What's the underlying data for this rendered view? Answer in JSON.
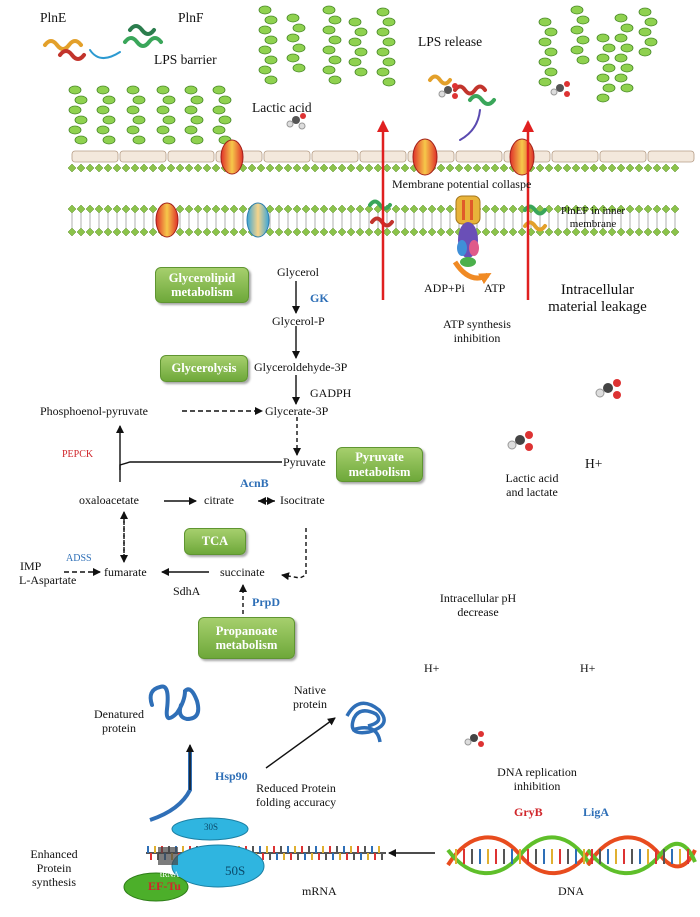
{
  "proteins": {
    "plne": "PlnE",
    "plnf": "PlnF"
  },
  "outer": {
    "lps_barrier": "LPS barrier",
    "lactic_acid": "Lactic acid",
    "lps_release": "LPS release",
    "membrane_collapse": "Membrane potential collaspe",
    "plnef_inner": "PlnEF in inner membrane",
    "adp_pi": "ADP+Pi",
    "atp": "ATP",
    "atp_inhibition": "ATP synthesis inhibition",
    "leakage": "Intracellular material leakage"
  },
  "pathways": {
    "glycerolipid": "Glycerolipid metabolism",
    "glycerolysis": "Glycerolysis",
    "pyruvate": "Pyruvate metabolism",
    "tca": "TCA",
    "propanoate": "Propanoate metabolism"
  },
  "metabolites": {
    "glycerol": "Glycerol",
    "glycerol_p": "Glycerol-P",
    "glyceraldehyde": "Glyceroldehyde-3P",
    "glycerate": "Glycerate-3P",
    "pep": "Phosphoenol-pyruvate",
    "pyruvate": "Pyruvate",
    "oxaloacetate": "oxaloacetate",
    "citrate": "citrate",
    "isocitrate": "Isocitrate",
    "fumarate": "fumarate",
    "succinate": "succinate",
    "imp": "IMP",
    "aspartate": "L-Aspartate"
  },
  "enzymes": {
    "gk": "GK",
    "gadph": "GADPH",
    "pepck": "PEPCK",
    "acnb": "AcnB",
    "adss": "ADSS",
    "sdha": "SdhA",
    "prpd": "PrpD",
    "hsp90": "Hsp90",
    "gryb": "GryB",
    "liga": "LigA",
    "eftu": "EF-Tu"
  },
  "cytoplasm": {
    "lactic_lactate": "Lactic acid and lactate",
    "h1": "H+",
    "h2": "H+",
    "h3": "H+",
    "ph_decrease": "Intracellular pH decrease",
    "denatured": "Denatured protein",
    "native": "Native protein",
    "reduced_folding": "Reduced Protein folding accuracy",
    "dna_inhibition": "DNA replication inhibition",
    "enhanced_synthesis": "Enhanced Protein synthesis",
    "mrna": "mRNA",
    "dna": "DNA",
    "ribo_30s": "30S",
    "ribo_50s": "50S",
    "trna": "tRNA"
  },
  "colors": {
    "box_green": "#7ab648",
    "enzyme_blue": "#2e6fb7",
    "enzyme_red": "#d0262b",
    "lps_green": "#8fd14f",
    "arrow_red": "#e02020"
  }
}
